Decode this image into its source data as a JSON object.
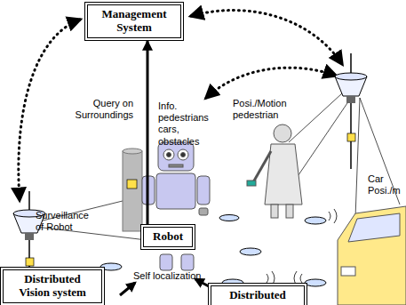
{
  "diagram": {
    "nodes": [
      {
        "text": [
          "Management System"
        ]
      },
      {
        "text": [
          "Robot"
        ]
      },
      {
        "text": [
          "Distributed Vision system"
        ]
      },
      {
        "text": [
          "Distributed"
        ]
      }
    ],
    "edges": [
      {
        "from": 1,
        "to": 0,
        "arrow": "to"
      }
    ],
    "labels": [
      "Query on Surroundings",
      "Info. pedestrians cars, obstacles",
      "Posi./Motion pedestrian",
      "Surveillance of Robot",
      "Self localization",
      "Car Posi./m"
    ]
  }
}
